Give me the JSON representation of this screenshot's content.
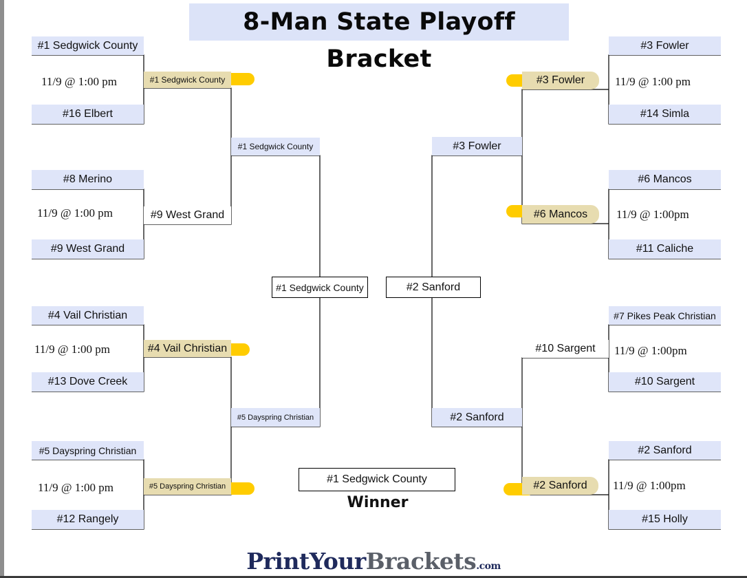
{
  "title": "8-Man State Playoff Bracket",
  "round1": {
    "left": [
      {
        "top": "#1 Sedgwick County",
        "bottom": "#16 Elbert",
        "date": "11/9 @ 1:00 pm"
      },
      {
        "top": "#8 Merino",
        "bottom": "#9 West Grand",
        "date": "11/9 @ 1:00 pm"
      },
      {
        "top": "#4 Vail Christian",
        "bottom": "#13 Dove Creek",
        "date": "11/9 @ 1:00 pm"
      },
      {
        "top": "#5 Dayspring Christian",
        "bottom": "#12 Rangely",
        "date": "11/9 @ 1:00 pm"
      }
    ],
    "right": [
      {
        "top": "#3 Fowler",
        "bottom": "#14 Simla",
        "date": "11/9 @ 1:00 pm"
      },
      {
        "top": "#6 Mancos",
        "bottom": "#11 Caliche",
        "date": "11/9 @ 1:00pm"
      },
      {
        "top": "#7 Pikes Peak Christian",
        "bottom": "#10 Sargent",
        "date": "11/9 @ 1:00pm"
      },
      {
        "top": "#2 Sanford",
        "bottom": "#15 Holly",
        "date": "11/9 @ 1:00pm"
      }
    ]
  },
  "round2": {
    "left": [
      "#1 Sedgwick County",
      "#9 West Grand",
      "#4 Vail Christian",
      "#5 Dayspring Christian"
    ],
    "right": [
      "#3 Fowler",
      "#6 Mancos",
      "#10 Sargent",
      "#2 Sanford"
    ]
  },
  "round3": {
    "left": [
      "#1 Sedgwick County",
      "#5 Dayspring Christian"
    ],
    "right": [
      "#3 Fowler",
      "#2 Sanford"
    ]
  },
  "semifinal": {
    "left": "#1 Sedgwick County",
    "right": "#2 Sanford"
  },
  "champion": "#1 Sedgwick County",
  "winner_label": "Winner",
  "footer": {
    "brand_main": "PrintYour",
    "brand_mid": "Brackets",
    "brand_suffix": ".com"
  },
  "colors": {
    "slot_fill": "#dfe5f9",
    "highlight_fill": "#e7dcb0",
    "marker": "#ffcc00",
    "title_fill": "#dce3f8"
  }
}
